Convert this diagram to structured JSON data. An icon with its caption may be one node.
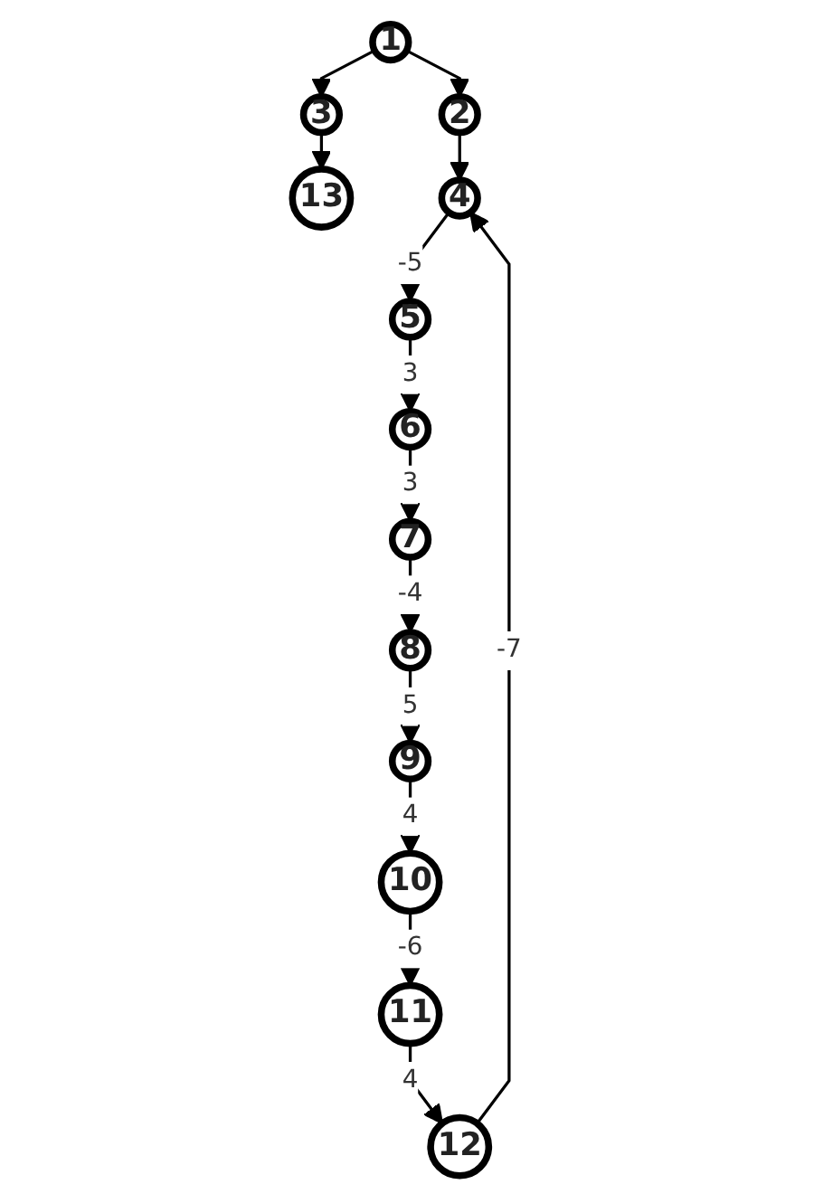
{
  "diagram": {
    "nodes": [
      {
        "text": [
          "1"
        ]
      },
      {
        "text": [
          "3"
        ]
      },
      {
        "text": [
          "2"
        ]
      },
      {
        "text": [
          "13"
        ]
      },
      {
        "text": [
          "11"
        ]
      },
      {
        "text": [
          "12"
        ]
      },
      {
        "text": [
          "10"
        ]
      },
      {
        "text": [
          "4"
        ]
      },
      {
        "text": [
          "9"
        ]
      },
      {
        "text": [
          "5"
        ]
      },
      {
        "text": [
          "8"
        ]
      },
      {
        "text": [
          "6"
        ]
      },
      {
        "text": [
          "7"
        ]
      }
    ],
    "edges": [
      {
        "from": 0,
        "to": 1,
        "arrow": "to"
      },
      {
        "from": 0,
        "to": 2,
        "arrow": "to"
      },
      {
        "from": 1,
        "to": 3,
        "arrow": "to"
      },
      {
        "from": 2,
        "to": 7,
        "arrow": "to"
      },
      {
        "from": 6,
        "to": 4,
        "arrow": "to",
        "label": "-6"
      },
      {
        "from": 4,
        "to": 5,
        "arrow": "to",
        "label": "4"
      },
      {
        "from": 5,
        "to": 7,
        "arrow": "to",
        "label": "-7"
      },
      {
        "from": 7,
        "to": 9,
        "arrow": "to",
        "label": "-5"
      },
      {
        "from": 9,
        "to": 11,
        "arrow": "to",
        "label": "3"
      },
      {
        "from": 11,
        "to": 12,
        "arrow": "to",
        "label": "3"
      },
      {
        "from": 12,
        "to": 10,
        "arrow": "to",
        "label": "-4"
      },
      {
        "from": 10,
        "to": 8,
        "arrow": "to",
        "label": "5"
      },
      {
        "from": 8,
        "to": 6,
        "arrow": "to",
        "label": "4"
      }
    ]
  }
}
